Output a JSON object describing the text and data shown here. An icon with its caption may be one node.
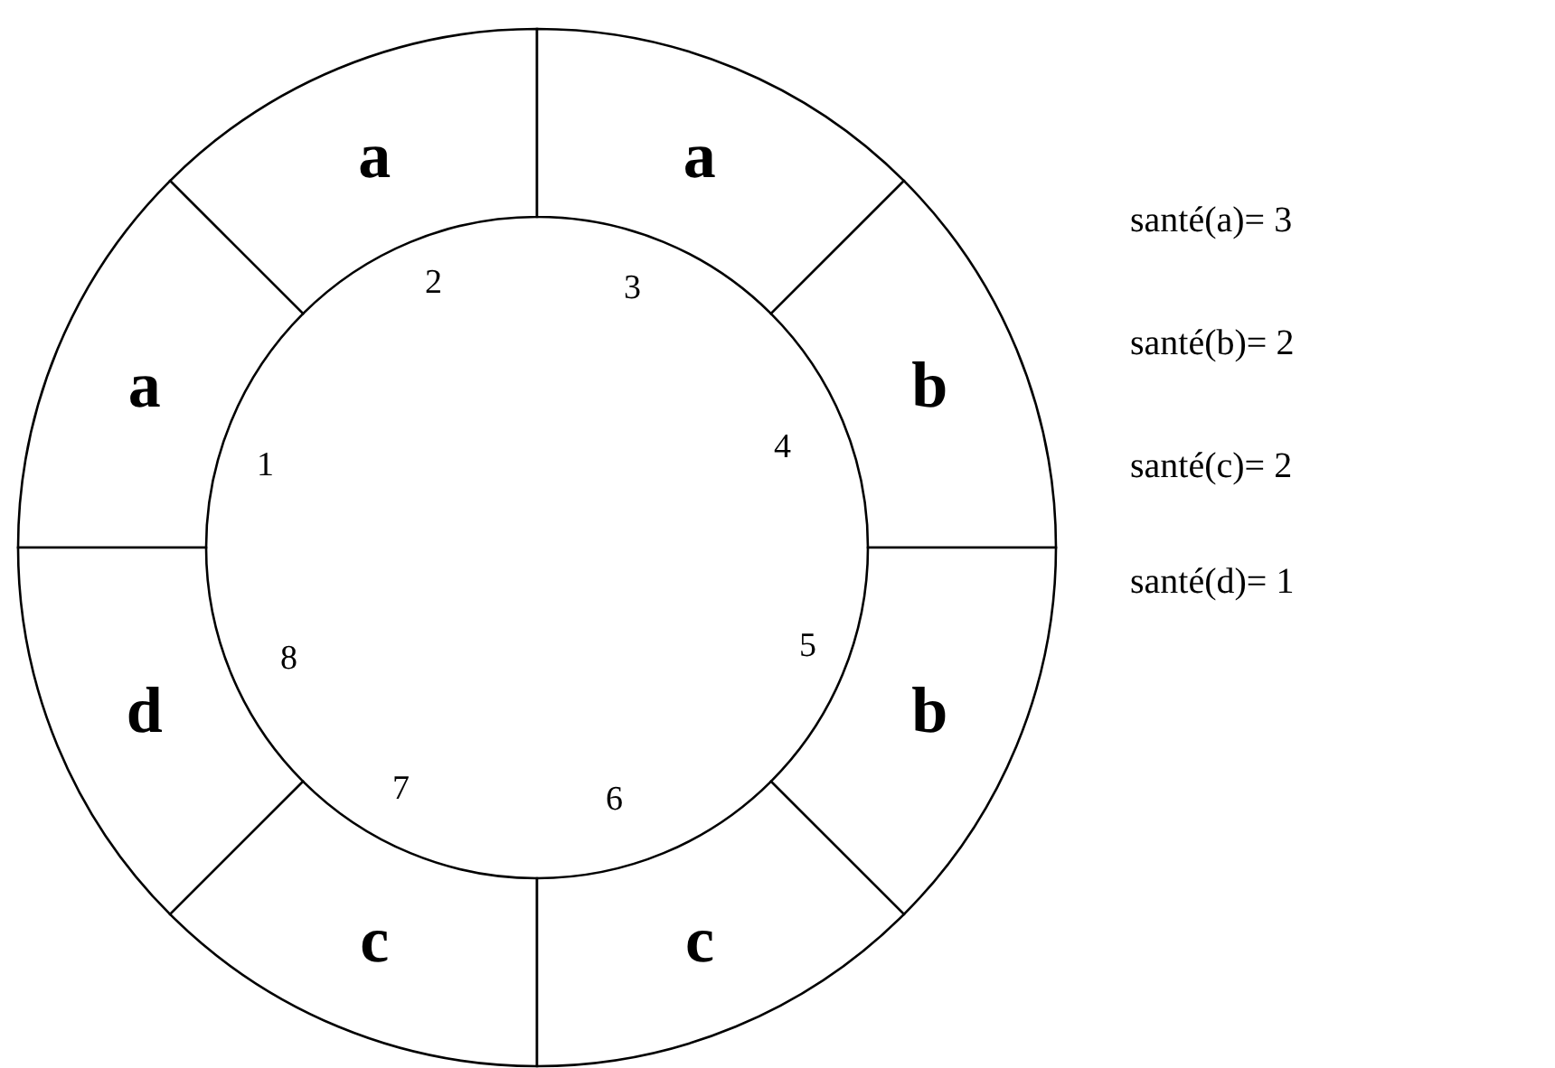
{
  "diagram": {
    "nodes": [
      {
        "text": [
          "a"
        ]
      },
      {
        "text": [
          "a"
        ]
      },
      {
        "text": [
          "a"
        ]
      },
      {
        "text": [
          "b"
        ]
      },
      {
        "text": [
          "d"
        ]
      },
      {
        "text": [
          "b"
        ]
      },
      {
        "text": [
          "c"
        ]
      },
      {
        "text": [
          "c"
        ]
      }
    ],
    "edges": [],
    "labels": [
      "2",
      "3",
      "1",
      "4",
      "8",
      "5",
      "7",
      "6",
      "santé(a)= 3",
      "santé(b)= 2",
      "santé(c)= 2",
      "santé(d)= 1"
    ]
  }
}
